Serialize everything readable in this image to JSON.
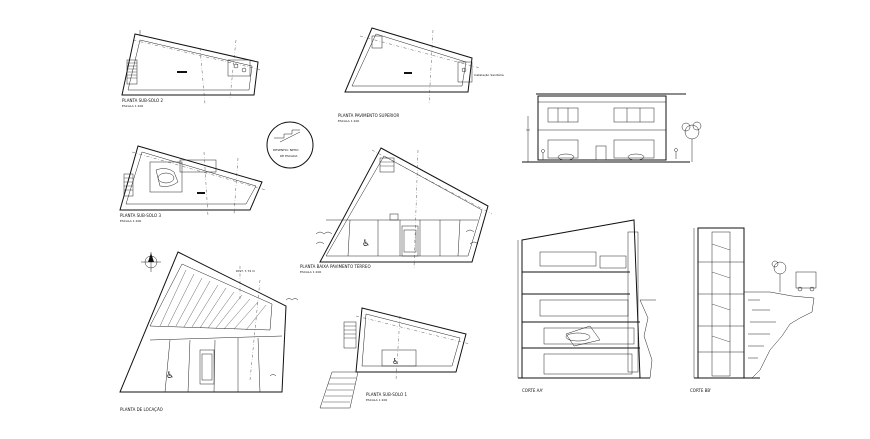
{
  "labels": {
    "sub2_title": "PLANTA SUB-SOLO 2",
    "sub2_scale": "ESCALA 1:100",
    "upper_title": "PLANTA PAVIMENTO SUPERIOR",
    "upper_scale": "ESCALA 1:100",
    "stamp_line1": "DESENHO: NPHO",
    "stamp_line2": "DE ESCADA",
    "sub3_title": "PLANTA SUB-SOLO 3",
    "sub3_scale": "ESCALA 1:100",
    "ground_title": "PLANTA BAIXA PAVIMENTO TÉRREO",
    "ground_scale": "ESCALA 1:100",
    "site_title": "PLANTA DE LOCAÇÃO",
    "sub1_title": "PLANTA SUB-SOLO 1",
    "sub1_scale": "ESCALA 1:100",
    "section_a_title": "CORTE AA'",
    "section_b_title": "CORTE BB'"
  },
  "colors": {
    "line": "#111111",
    "background": "#ffffff"
  }
}
